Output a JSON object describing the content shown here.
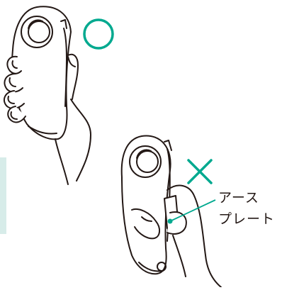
{
  "callout": {
    "line1": "アース",
    "line2": "プレート"
  },
  "marks": {
    "correct": "circle",
    "incorrect": "cross"
  },
  "colors": {
    "accent": "#00a98f",
    "stroke": "#231815",
    "side_tab": "#d7ece9"
  }
}
